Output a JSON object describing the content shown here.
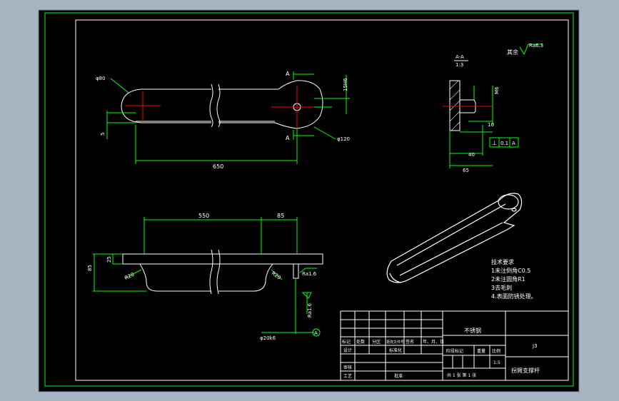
{
  "colors": {
    "background": "#a7b5c3",
    "paper": "#000000",
    "frame": "#00ff00",
    "geometry": "#ffffff",
    "dimension": "#00ff00",
    "centerline": "#ff0000",
    "text_label": "#ffffff"
  },
  "top_view": {
    "dim_diameter_left": "φ80",
    "dim_diameter_right": "φ120",
    "dim_offset": "5",
    "dim_length": "650",
    "dim_width": "15H6",
    "section_mark_top": "A",
    "section_mark_bottom": "A"
  },
  "front_view": {
    "dim_550": "550",
    "dim_85": "85",
    "dim_height_85": "85",
    "dim_height_25": "25",
    "dim_r_left": "R20",
    "dim_r_right": "R20",
    "roughness_1": "Ra1.6",
    "roughness_2": "Ra1.6",
    "dim_shaft": "φ20k6",
    "datum": "A"
  },
  "section_view": {
    "title": "A-A",
    "scale": "1:3",
    "dim_m6": "M6",
    "dim_10": "10",
    "dim_40": "40",
    "dim_65": "65",
    "tolerance_symbol": "⊥",
    "tolerance_value": "0.1",
    "tolerance_datum": "A"
  },
  "roughness_note": {
    "prefix": "其余",
    "value": "Ra6.3"
  },
  "tech_requirements": {
    "title": "技术要求",
    "items": [
      "1未注倒角C0.5",
      "2未注圆角R1",
      "3去毛刺",
      "4.表面防锈处理。"
    ]
  },
  "title_block": {
    "material": "不锈钢",
    "code": "J3",
    "header_cells": [
      "标记",
      "处数",
      "分区",
      "更改文件号",
      "签名",
      "年、月、日"
    ],
    "design": "设计",
    "standardize": "标准化",
    "stage_mark": "阶段标记",
    "weight": "重量",
    "scale_label": "比例",
    "scale_value": "1:5",
    "review": "审核",
    "process": "工艺",
    "approve": "批准",
    "sheets": "共 1 张 第 1 张",
    "part_name": "拐臂支撑杆"
  }
}
